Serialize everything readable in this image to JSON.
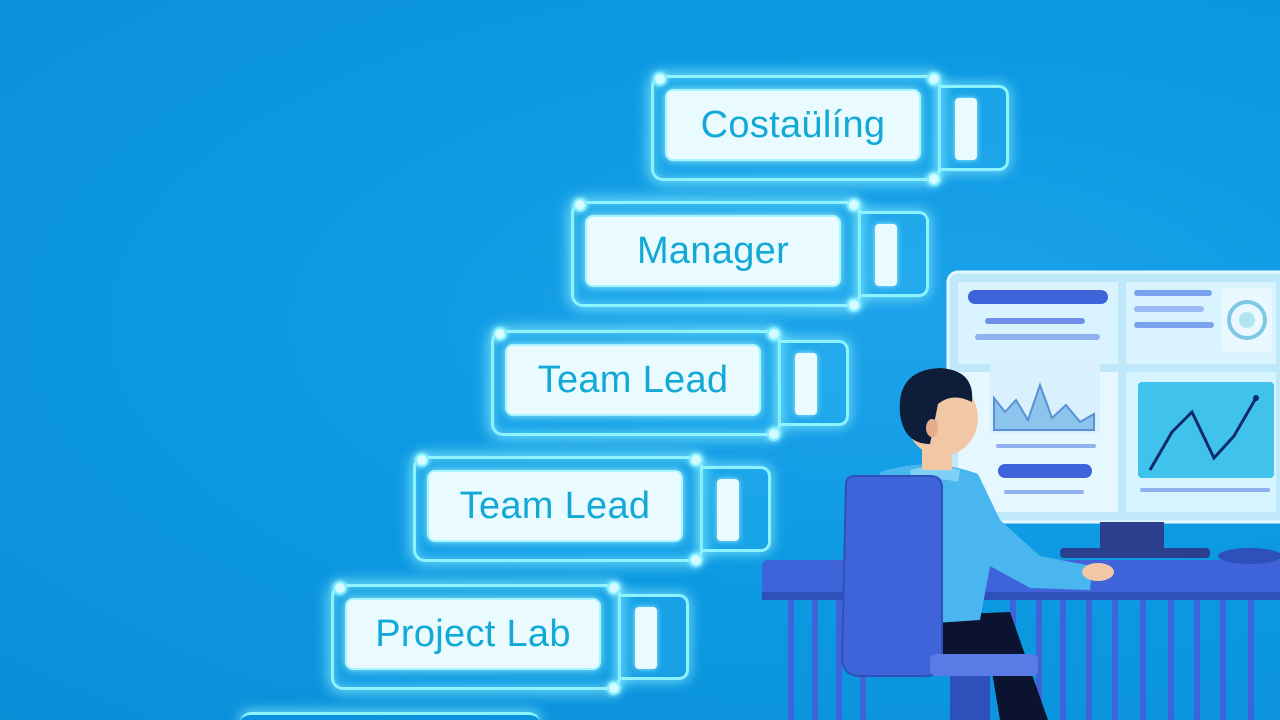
{
  "career_steps": [
    {
      "label": "Costaülíng"
    },
    {
      "label": "Manager"
    },
    {
      "label": "Team Lead"
    },
    {
      "label": "Team Lead"
    },
    {
      "label": "Project Lab"
    }
  ],
  "colors": {
    "background": "#0d9ae3",
    "card_glow": "#8df3ff",
    "card_fill": "#e9fbff",
    "label_text": "#13a9d6",
    "furniture": "#3f63d8",
    "shirt": "#49b6f0",
    "hair": "#0e1e3a",
    "skin": "#f2c7a6"
  },
  "icons": [
    "monitor-icon",
    "line-chart-icon",
    "area-chart-icon",
    "settings-dial-icon"
  ]
}
